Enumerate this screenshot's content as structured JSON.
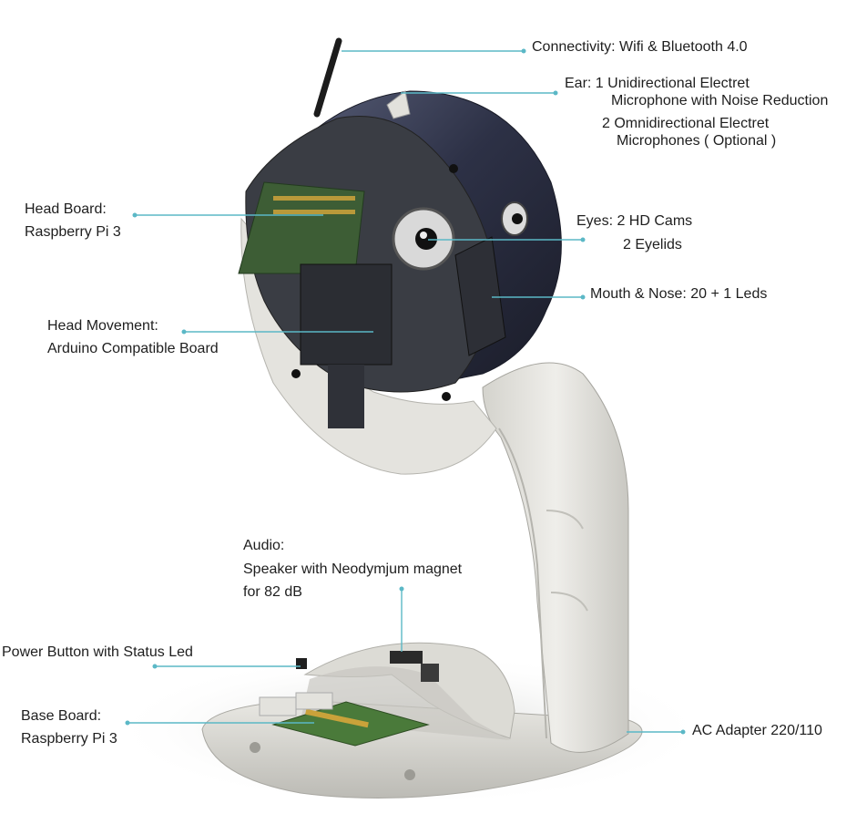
{
  "labels": {
    "connectivity": "Connectivity: Wifi & Bluetooth 4.0",
    "ear_line1": "Ear: 1 Unidirectional Electret",
    "ear_line2": "Microphone with Noise Reduction",
    "ear_line3": "2 Omnidirectional Electret",
    "ear_line4": "Microphones ( Optional )",
    "head_board_line1": "Head Board:",
    "head_board_line2": "Raspberry Pi 3",
    "eyes_line1": "Eyes: 2 HD Cams",
    "eyes_line2": "2 Eyelids",
    "mouth_nose": "Mouth & Nose: 20 + 1 Leds",
    "head_movement_line1": "Head Movement:",
    "head_movement_line2": "Arduino Compatible Board",
    "audio_line1": "Audio:",
    "audio_line2": "Speaker with Neodymjum magnet",
    "audio_line3": "for 82 dB",
    "power_button": "Power Button with Status Led",
    "base_board_line1": "Base Board:",
    "base_board_line2": "Raspberry Pi 3",
    "ac_adapter": "AC Adapter 220/110"
  },
  "colors": {
    "leader_line": "#5bb8c6",
    "robot_shell": "#e6e5e0",
    "head_dark": "#2f3340",
    "pcb_green": "#4a7a3a"
  }
}
